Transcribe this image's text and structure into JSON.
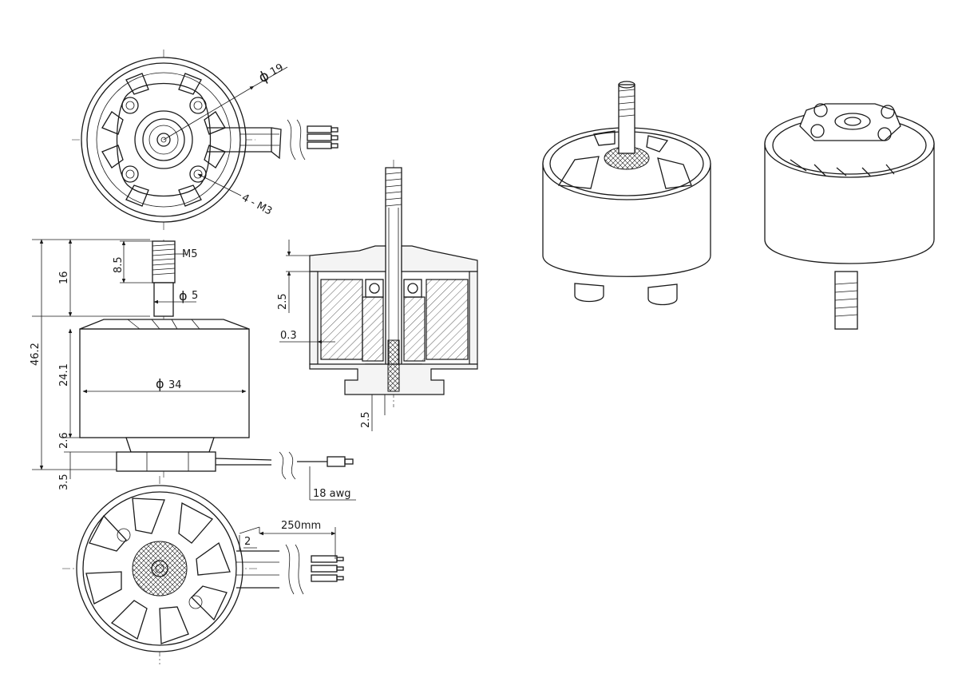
{
  "dimensions": {
    "diameter_19": "19",
    "diameter_symbol": "ϕ",
    "mount_holes": "4 - M3",
    "thread": "M5",
    "thread_length": "8.5",
    "shaft_length": "16",
    "shaft_diameter": "5",
    "overall_height": "46.2",
    "bell_height": "24.1",
    "bell_diameter": "34",
    "base_gap": "2.6",
    "base_height": "3.5",
    "wire_gauge": "18 awg",
    "lead_length": "250mm",
    "lead_strip": "2",
    "section_top": "2.5",
    "airgap": "0.3",
    "section_bottom": "2.5"
  }
}
